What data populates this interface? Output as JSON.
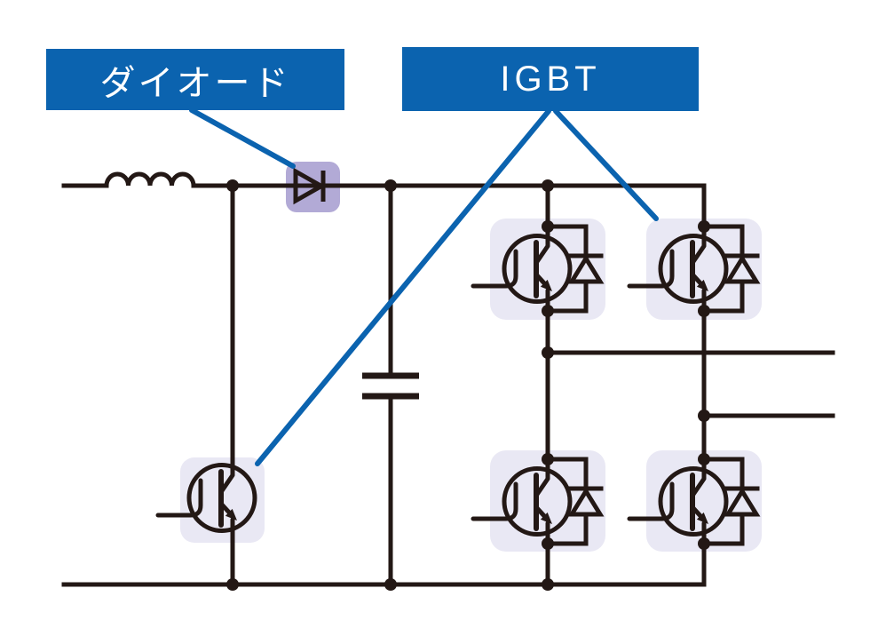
{
  "diagram": {
    "type": "circuit-schematic",
    "description": "Power converter schematic: input inductor, boost diode, boost IGBT, DC-link capacitor and single-phase IGBT full-bridge inverter",
    "labels": {
      "diode": "ダイオード",
      "igbt": "IGBT"
    },
    "callouts": [
      {
        "label": "ダイオード",
        "points_to": [
          "boost-diode"
        ]
      },
      {
        "label": "IGBT",
        "points_to": [
          "boost-igbt",
          "bridge-igbt-top-right"
        ]
      }
    ],
    "components": [
      "input-inductor",
      "boost-diode",
      "boost-igbt",
      "dc-link-capacitor",
      "bridge-igbt-top-left",
      "bridge-igbt-top-right",
      "bridge-igbt-bottom-left",
      "bridge-igbt-bottom-right",
      "output-line-upper",
      "output-line-lower"
    ],
    "colors": {
      "background": "#ffffff",
      "wire": "#231815",
      "label_background": "#0b63af",
      "label_text": "#ffffff",
      "leader_line": "#0b63af",
      "diode_highlight": "#b2aad6",
      "igbt_highlight": "#e9e8f4"
    }
  }
}
